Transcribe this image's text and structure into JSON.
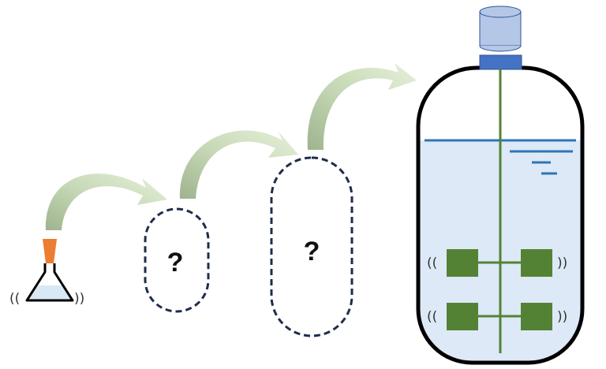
{
  "stages": [
    {
      "name": "shake-flask",
      "label": ""
    },
    {
      "name": "unknown-stage-1",
      "label": "?"
    },
    {
      "name": "unknown-stage-2",
      "label": "?"
    },
    {
      "name": "bioreactor",
      "label": ""
    }
  ],
  "vibration_marks": {
    "left": "((",
    "right": "))"
  },
  "colors": {
    "arrow": "#c9dcb8",
    "arrow_shadow": "#a9bf97",
    "flask_cap": "#ed7d31",
    "flask_liquid": "#d9e8f5",
    "dashed_outline": "#1f2d4a",
    "vessel_outline": "#000000",
    "vessel_liquid": "#dde9f6",
    "liquid_level": "#2e75b6",
    "impeller": "#548235",
    "shaft": "#548235",
    "motor": "#b4c7e7",
    "motor_mount": "#4472c4"
  }
}
